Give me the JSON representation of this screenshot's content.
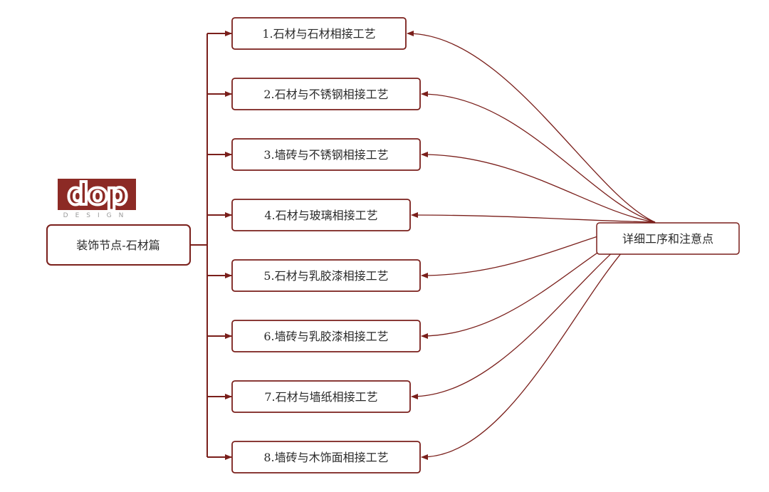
{
  "logo": {
    "mark": "dop",
    "subtitle": "DESIGN"
  },
  "root": {
    "label": "装饰节点-石材篇"
  },
  "branches": [
    {
      "label": "1.石材与石材相接工艺"
    },
    {
      "label": "2.石材与不锈钢相接工艺"
    },
    {
      "label": "3.墙砖与不锈钢相接工艺"
    },
    {
      "label": "4.石材与玻璃相接工艺"
    },
    {
      "label": "5.石材与乳胶漆相接工艺"
    },
    {
      "label": "6.墙砖与乳胶漆相接工艺"
    },
    {
      "label": "7.石材与墙纸相接工艺"
    },
    {
      "label": "8.墙砖与木饰面相接工艺"
    }
  ],
  "detail": {
    "label": "详细工序和注意点"
  },
  "colors": {
    "accent": "#8c2a25",
    "line": "#7a1f1b",
    "border": "#7a1f1b"
  }
}
